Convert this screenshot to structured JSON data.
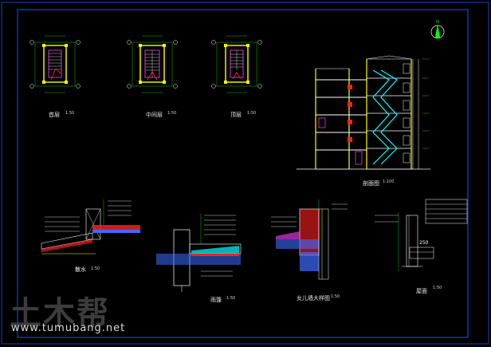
{
  "labels": {
    "plan1": "首层",
    "plan2": "中间层",
    "plan3": "顶层",
    "section": "剖面图",
    "detail1": "散水",
    "detail2": "雨篷",
    "detail3": "女儿墙大样图",
    "detail4": "屋面",
    "plan_scale": "1:50",
    "section_scale": "1:100",
    "detail_scale": "1:50"
  },
  "watermark": {
    "logo": "土木帮",
    "url": "www.tumubang.net"
  },
  "north_icon": "north-arrow-icon",
  "colors": {
    "background": "#000000",
    "frame": "#1a53ff",
    "wall": "#ffff00",
    "line": "#ffffff",
    "accent_red": "#ff2020",
    "accent_magenta": "#ff40ff",
    "accent_cyan": "#00ffff",
    "accent_green": "#00ff00",
    "hatch_blue": "#3d6bff"
  }
}
